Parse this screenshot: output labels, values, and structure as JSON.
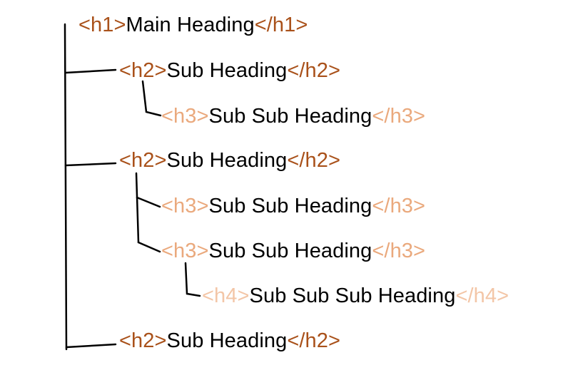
{
  "colors": {
    "tag_h1_h2": "#a9511a",
    "tag_h3": "#eaa97d",
    "tag_h4": "#f3c6a7",
    "text": "#000000",
    "connector": "#000000"
  },
  "lines": [
    {
      "open": "<h1>",
      "text": "Main Heading",
      "close": "</h1>"
    },
    {
      "open": "<h2>",
      "text": "Sub Heading",
      "close": "</h2>"
    },
    {
      "open": "<h3>",
      "text": "Sub Sub Heading",
      "close": "</h3>"
    },
    {
      "open": "<h2>",
      "text": "Sub Heading",
      "close": "</h2>"
    },
    {
      "open": "<h3>",
      "text": "Sub Sub Heading",
      "close": "</h3>"
    },
    {
      "open": "<h3>",
      "text": "Sub Sub Heading",
      "close": "</h3>"
    },
    {
      "open": "<h4>",
      "text": "Sub Sub Sub Heading",
      "close": "</h4>"
    },
    {
      "open": "<h2>",
      "text": "Sub Heading",
      "close": "</h2>"
    }
  ]
}
